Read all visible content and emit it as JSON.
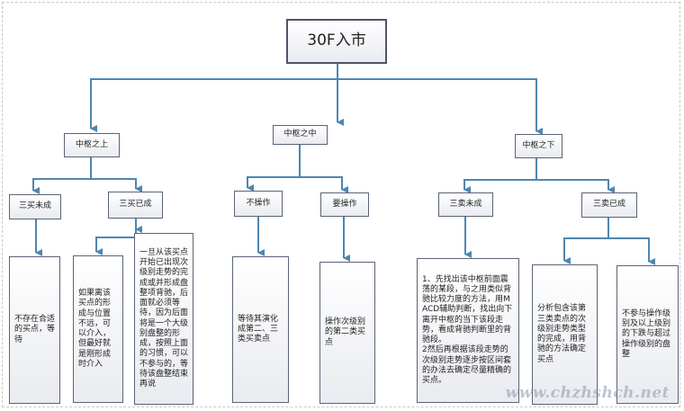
{
  "diagram": {
    "root": "30F入市",
    "level1": {
      "above": "中枢之上",
      "middle": "中枢之中",
      "below": "中枢之下"
    },
    "level2": {
      "above_not_formed": "三买未成",
      "above_formed": "三买已成",
      "middle_no_op": "不操作",
      "middle_op": "要操作",
      "below_not_formed": "三卖未成",
      "below_formed": "三卖已成"
    },
    "leaves": {
      "above_not_formed": "不存在合适的买点，等待",
      "above_formed_a": "如果离该买点的形成与位置不远，可以介入，但最好就是刚形成时介入",
      "above_formed_b": "一旦从该买点开始已出现次级别走势的完成或并形成盘整项背驰，后面就必须等待，因为后面将是一个大级别盘整的形成，按照上面的习惯，可以不参与的，等待该盘整结束再说",
      "middle_no_op": "等待其演化成第二、三类买卖点",
      "middle_op": "操作次级别的第二类买点",
      "below_not_formed": "1、先找出该中枢前面震荡的某段，与之用类似背驰比较力度的方法，用MACD辅助判断，找出向下离开中枢的当下该段走势，看成背驰判断里的背驰段。\n2然后再根据该段走势的次级别走势逐步按区间套的办法去确定尽量精确的买点。",
      "below_formed_a": "分析包含该第三类卖点的次级别走势类型的完成，用背驰的方法确定买点",
      "below_formed_b": "不参与操作级别及以上级别的下跌与超过操作级别的盘整"
    }
  },
  "watermark": "www.chzhshch.net"
}
